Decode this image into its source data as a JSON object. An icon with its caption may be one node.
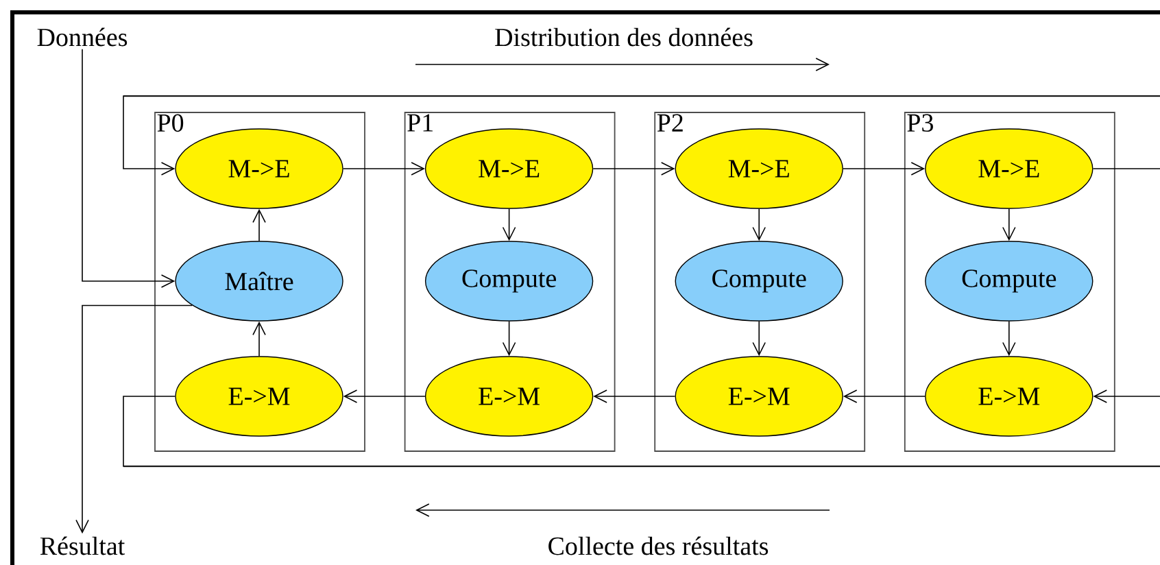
{
  "diagram": {
    "nodes": [
      {
        "text": [
          "Données"
        ]
      },
      {
        "text": [
          "Résultat"
        ]
      },
      {
        "text": [
          "P0"
        ]
      },
      {
        "text": [
          "M->E"
        ],
        "in": 2
      },
      {
        "text": [
          "Maître"
        ],
        "in": 2
      },
      {
        "text": [
          "E->M"
        ],
        "in": 2
      },
      {
        "text": [
          "P1"
        ]
      },
      {
        "text": [
          "M->E"
        ],
        "in": 6
      },
      {
        "text": [
          "Compute"
        ],
        "in": 6
      },
      {
        "text": [
          "E->M"
        ],
        "in": 6
      },
      {
        "text": [
          "P2"
        ]
      },
      {
        "text": [
          "M->E"
        ],
        "in": 10
      },
      {
        "text": [
          "Compute"
        ],
        "in": 10
      },
      {
        "text": [
          "E->M"
        ],
        "in": 10
      },
      {
        "text": [
          "P3"
        ]
      },
      {
        "text": [
          "M->E"
        ],
        "in": 14
      },
      {
        "text": [
          "Compute"
        ],
        "in": 14
      },
      {
        "text": [
          "E->M"
        ],
        "in": 14
      }
    ],
    "edges": [
      {
        "from": 0,
        "to": 4,
        "arrow": "to"
      },
      {
        "from": 4,
        "to": 1,
        "arrow": "to"
      },
      {
        "from": 4,
        "to": 3,
        "arrow": "to"
      },
      {
        "from": 5,
        "to": 4,
        "arrow": "to"
      },
      {
        "from": null,
        "to": 3,
        "arrow": "to"
      },
      {
        "from": 3,
        "to": 7,
        "arrow": "to"
      },
      {
        "from": 7,
        "to": 11,
        "arrow": "to"
      },
      {
        "from": 11,
        "to": 15,
        "arrow": "to"
      },
      {
        "from": 15,
        "to": null,
        "arrow": "none"
      },
      {
        "from": 7,
        "to": 8,
        "arrow": "to"
      },
      {
        "from": 8,
        "to": 9,
        "arrow": "to"
      },
      {
        "from": 11,
        "to": 12,
        "arrow": "to"
      },
      {
        "from": 12,
        "to": 13,
        "arrow": "to"
      },
      {
        "from": 15,
        "to": 16,
        "arrow": "to"
      },
      {
        "from": 16,
        "to": 17,
        "arrow": "to"
      },
      {
        "from": null,
        "to": 17,
        "arrow": "to"
      },
      {
        "from": 17,
        "to": 13,
        "arrow": "to"
      },
      {
        "from": 13,
        "to": 9,
        "arrow": "to"
      },
      {
        "from": 9,
        "to": 5,
        "arrow": "to"
      },
      {
        "from": 5,
        "to": null,
        "arrow": "none"
      }
    ],
    "labels": [
      "Distribution des données",
      "Collecte des résultats"
    ]
  }
}
